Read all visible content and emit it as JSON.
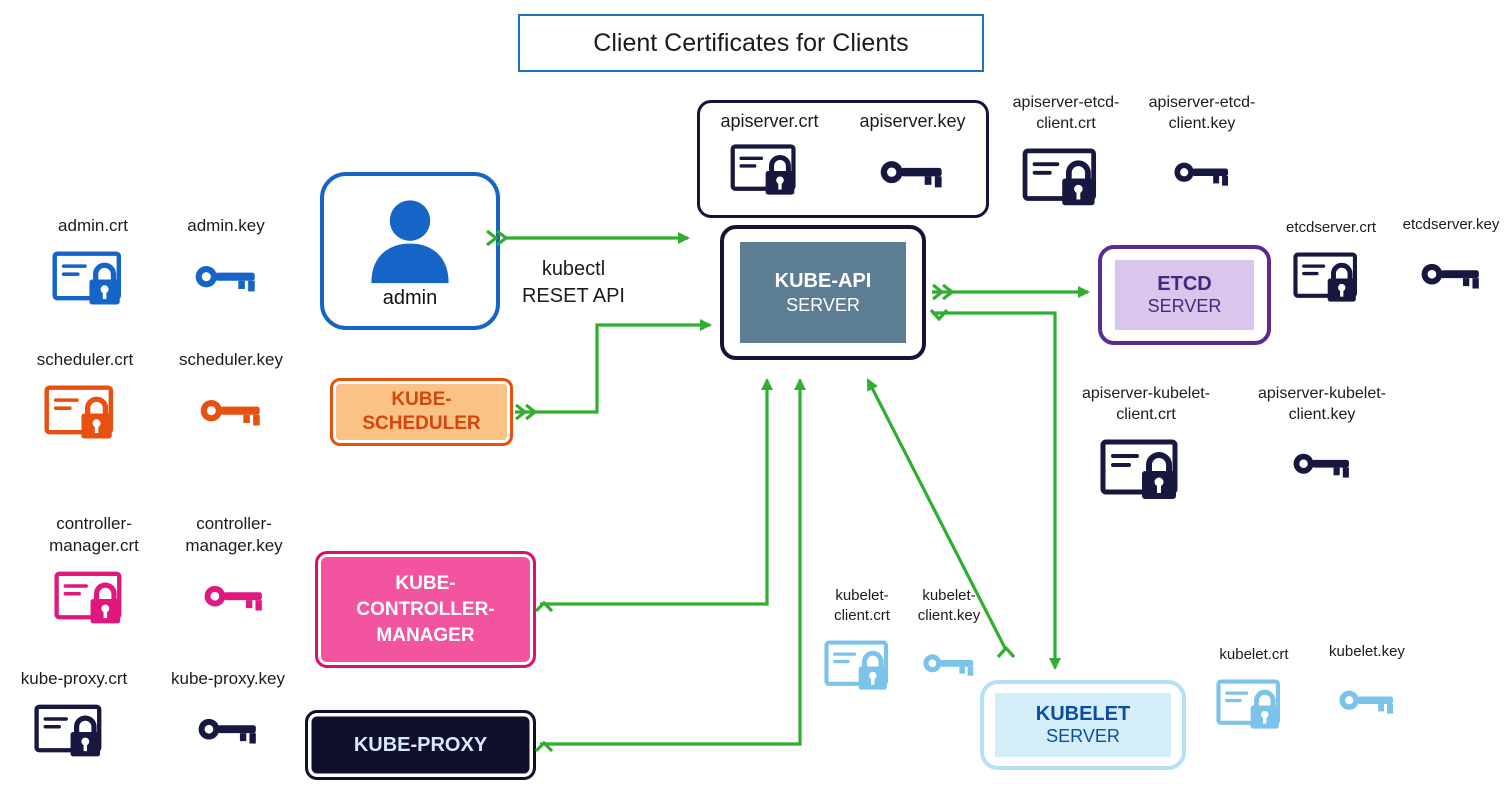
{
  "title": "Client Certificates for Clients",
  "nodes": {
    "admin": "admin",
    "kubectl_line1": "kubectl",
    "kubectl_line2": "RESET API",
    "scheduler_line1": "KUBE-",
    "scheduler_line2": "SCHEDULER",
    "controller_line1": "KUBE-",
    "controller_line2": "CONTROLLER-",
    "controller_line3": "MANAGER",
    "proxy": "KUBE-PROXY",
    "api_line1": "KUBE-API",
    "api_line2": "SERVER",
    "etcd_line1": "ETCD",
    "etcd_line2": "SERVER",
    "kubelet_line1": "KUBELET",
    "kubelet_line2": "SERVER"
  },
  "certs": {
    "admin_crt": "admin.crt",
    "admin_key": "admin.key",
    "scheduler_crt": "scheduler.crt",
    "scheduler_key": "scheduler.key",
    "controller_manager_crt": "controller-manager.crt",
    "controller_manager_key": "controller-manager.key",
    "kube_proxy_crt": "kube-proxy.crt",
    "kube_proxy_key": "kube-proxy.key",
    "apiserver_crt": "apiserver.crt",
    "apiserver_key": "apiserver.key",
    "apiserver_etcd_client_crt": "apiserver-etcd-client.crt",
    "apiserver_etcd_client_key": "apiserver-etcd-client.key",
    "etcdserver_crt": "etcdserver.crt",
    "etcdserver_key": "etcdserver.key",
    "apiserver_kubelet_client_crt": "apiserver-kubelet-client.crt",
    "apiserver_kubelet_client_key": "apiserver-kubelet-client.key",
    "kubelet_client_crt": "kubelet-client.crt",
    "kubelet_client_key": "kubelet-client.key",
    "kubelet_crt": "kubelet.crt",
    "kubelet_key": "kubelet.key"
  },
  "colors": {
    "arrow_green": "#2fae2f",
    "blue": "#1565c8",
    "orange": "#e8500f",
    "pink": "#e0187e",
    "navy": "#17173f",
    "light_blue": "#7cc3ea",
    "purple": "#5b2c8f",
    "slate_fill": "#5d7d92",
    "title_border": "#1f72c2"
  },
  "icons": {
    "certificate": "certificate-icon",
    "key": "key-icon",
    "person": "person-icon"
  }
}
